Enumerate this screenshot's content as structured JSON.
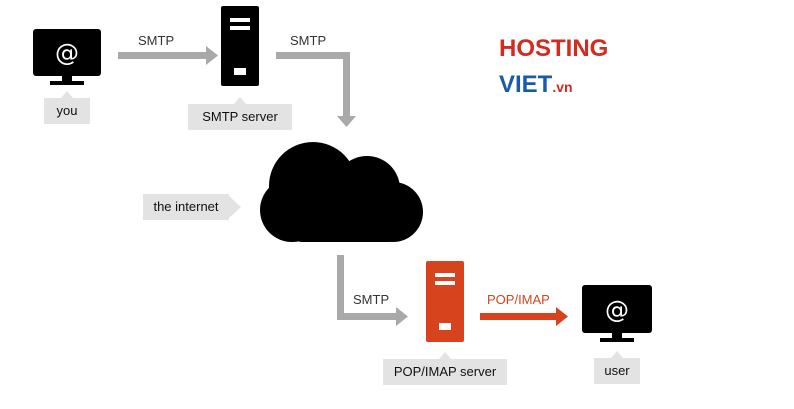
{
  "labels": {
    "you": "you",
    "smtp_server": "SMTP server",
    "the_internet": "the internet",
    "pop_imap_server": "POP/IMAP server",
    "user": "user"
  },
  "edges": {
    "you_to_smtp": "SMTP",
    "smtp_to_internet": "SMTP",
    "internet_to_pop": "SMTP",
    "pop_to_user": "POP/IMAP"
  },
  "logo": {
    "line1": "HOSTING",
    "line2": "VIET",
    "suffix": ".vn"
  },
  "icons": {
    "you_monitor": "at-sign-monitor-icon",
    "smtp_server": "server-icon",
    "internet": "cloud-icon",
    "pop_server": "server-icon",
    "user_monitor": "at-sign-monitor-icon"
  },
  "colors": {
    "node": "#000000",
    "gray_arrow": "#a9a9a9",
    "pop_accent": "#d6431c",
    "tag_bg": "#e3e3e3",
    "logo_red": "#d42a20",
    "logo_blue": "#1a5aa8"
  }
}
